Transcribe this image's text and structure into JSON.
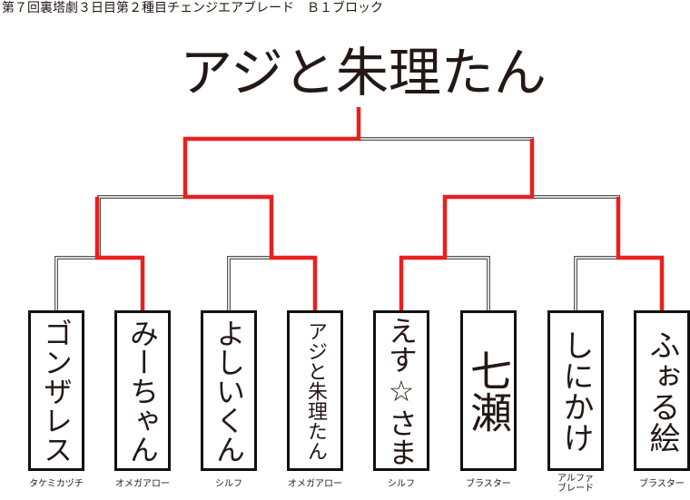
{
  "header": {
    "title": "第７回裏塔劇３日目第２種目チェンジエアブレード　Ｂ１ブロック"
  },
  "champion": "アジと朱理たん",
  "colors": {
    "winner_line": "#e8201e",
    "loser_line": "#555555",
    "box_border": "#111111"
  },
  "entrants": [
    {
      "name": "ゴンザレス",
      "team": "タケミカヅチ"
    },
    {
      "name": "みーちゃん",
      "team": "オメガアロー"
    },
    {
      "name": "よしいくん",
      "team": "シルフ"
    },
    {
      "name": "アジと朱理たん",
      "team": "オメガアロー"
    },
    {
      "name": "えす☆さま",
      "team": "シルフ"
    },
    {
      "name": "七瀬",
      "team": "ブラスター"
    },
    {
      "name": "しにかけ",
      "team_line1": "アルファ",
      "team_line2": "ブレード"
    },
    {
      "name": "ふぉる絵",
      "team": "ブラスター"
    }
  ]
}
